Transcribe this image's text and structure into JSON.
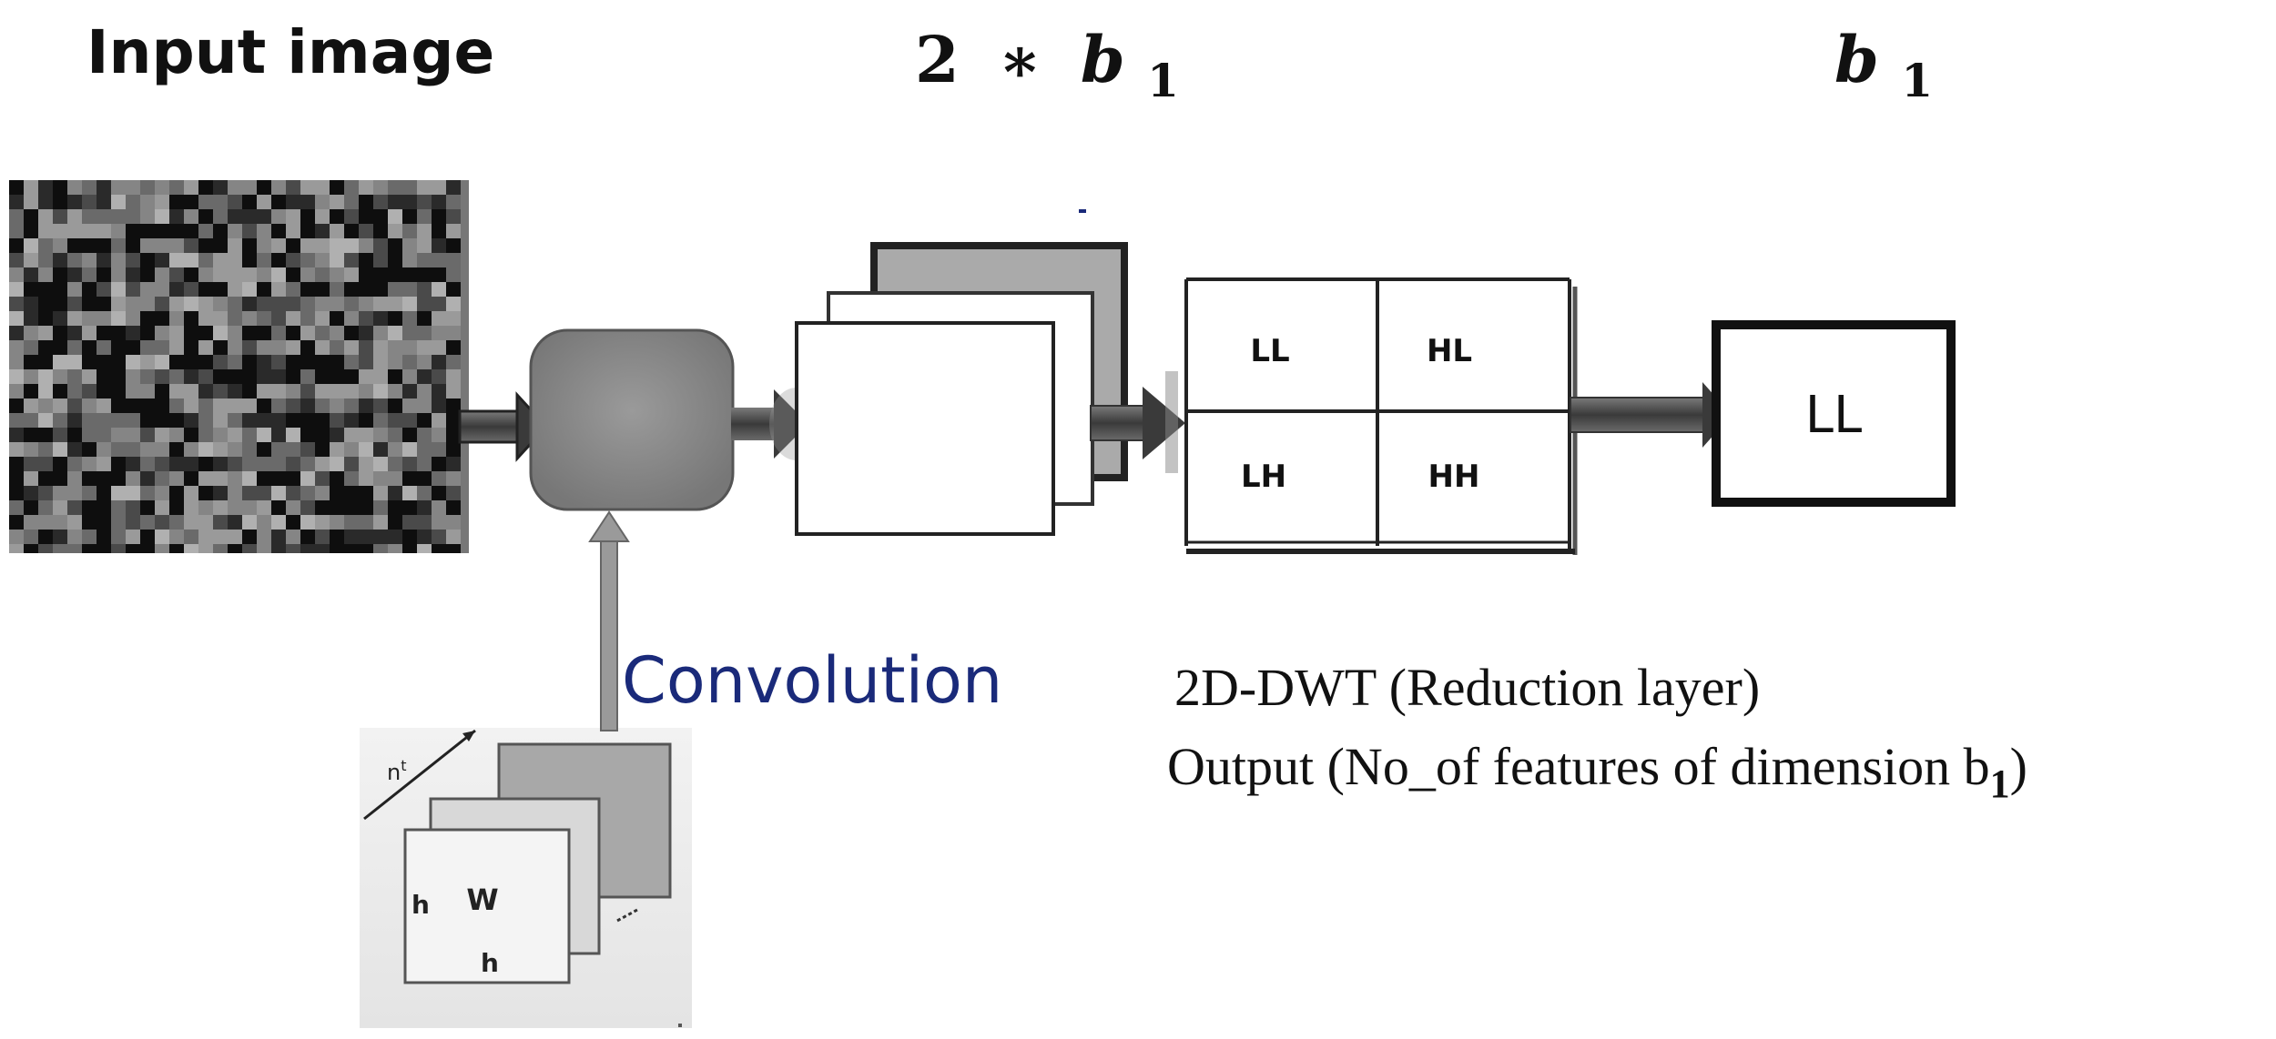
{
  "header": {
    "input_label": "Input image",
    "mid_formula": {
      "coef": "2",
      "op": "∗",
      "var": "b",
      "sub": "1"
    },
    "right_formula": {
      "var": "b",
      "sub": "1"
    }
  },
  "quadrants": {
    "ll": "LL",
    "hl": "HL",
    "lh": "LH",
    "hh": "HH"
  },
  "output_box": "LL",
  "captions": {
    "convolution": "Convolution",
    "dwt": "2D-DWT (Reduction layer)",
    "output_main": "Output (No_of features of dimension b",
    "output_sub": "1",
    "output_close": ")"
  },
  "kernel": {
    "depth": "n",
    "depth_sup": "t",
    "width": "W",
    "height_left": "h",
    "height_bottom": "h"
  },
  "colors": {
    "dark": "#111111",
    "conv_text": "#1a2a7a",
    "arrow": "#4a4a4a",
    "conv_block": "#8a8a8a"
  }
}
